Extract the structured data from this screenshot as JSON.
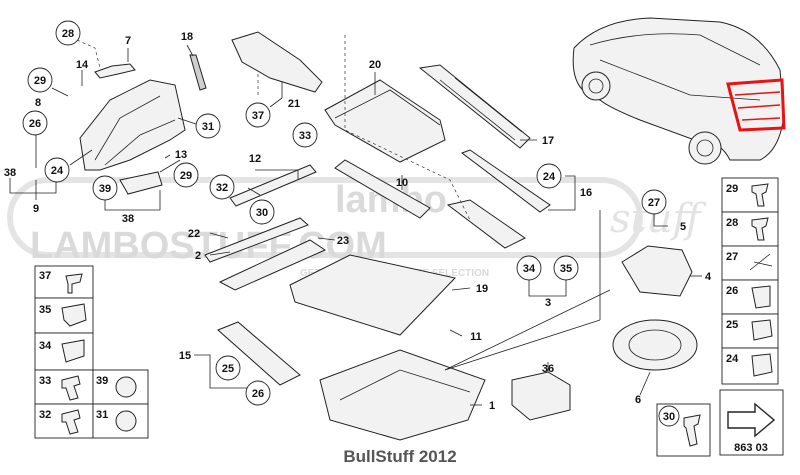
{
  "watermark": {
    "line1": "lambo",
    "line2": "LAMBOSTUFF.COM",
    "tagline": "GET WITH THE ABSOLUTE SELECTION",
    "script": "stuff"
  },
  "footer": "BullStuff 2012",
  "diagram_code": "863 03",
  "labels": {
    "l28": "28",
    "l7": "7",
    "l18": "18",
    "l14": "14",
    "l29a": "29",
    "l8": "8",
    "l26a": "26",
    "l24a": "24",
    "l13": "13",
    "l29b": "29",
    "l38a": "38",
    "l9": "9",
    "l39a": "39",
    "l38b": "38",
    "l31a": "31",
    "l37a": "37",
    "l21": "21",
    "l20": "20",
    "l33a": "33",
    "l12": "12",
    "l32a": "32",
    "l30a": "30",
    "l22": "22",
    "l2": "2",
    "l10": "10",
    "l23": "23",
    "l17": "17",
    "l24b": "24",
    "l16": "16",
    "l34a": "34",
    "l35a": "35",
    "l3": "3",
    "l19": "19",
    "l11": "11",
    "l15": "15",
    "l25a": "25",
    "l26b": "26",
    "l36": "36",
    "l1": "1",
    "l27a": "27",
    "l5": "5",
    "l4": "4",
    "l6": "6",
    "l30b": "30"
  },
  "left_legend": [
    "37",
    "35",
    "34",
    "33",
    "39",
    "32",
    "31"
  ],
  "right_legend": [
    "29",
    "28",
    "27",
    "26",
    "25",
    "24"
  ]
}
